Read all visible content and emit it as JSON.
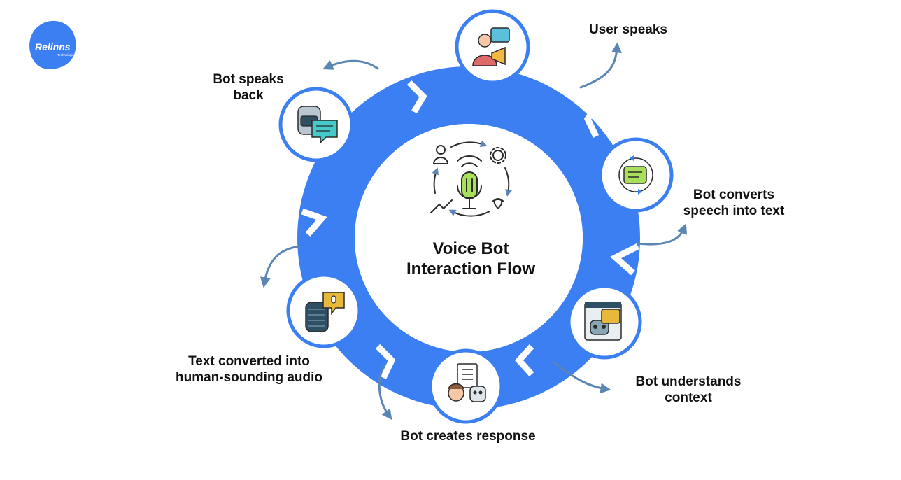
{
  "logo": {
    "name": "Relinns",
    "subtitle": "Technologies"
  },
  "center": {
    "title_line1": "Voice Bot",
    "title_line2": "Interaction Flow"
  },
  "steps": [
    {
      "line1": "User speaks",
      "line2": "",
      "icon": "user-speaks-icon"
    },
    {
      "line1": "Bot converts",
      "line2": "speech into text",
      "icon": "speech-to-text-icon"
    },
    {
      "line1": "Bot understands",
      "line2": "context",
      "icon": "bot-context-icon"
    },
    {
      "line1": "Bot creates response",
      "line2": "",
      "icon": "bot-response-icon"
    },
    {
      "line1": "Text converted into",
      "line2": "human-sounding audio",
      "icon": "text-to-audio-icon"
    },
    {
      "line1": "Bot speaks",
      "line2": "back",
      "icon": "bot-speaks-icon"
    }
  ],
  "colors": {
    "ring": "#3b7ff2",
    "arrow": "#5b86b3",
    "icon_green": "#a8e05a",
    "icon_teal": "#46c9c9",
    "icon_gold": "#e6b93a",
    "icon_dark": "#2f4f63"
  }
}
